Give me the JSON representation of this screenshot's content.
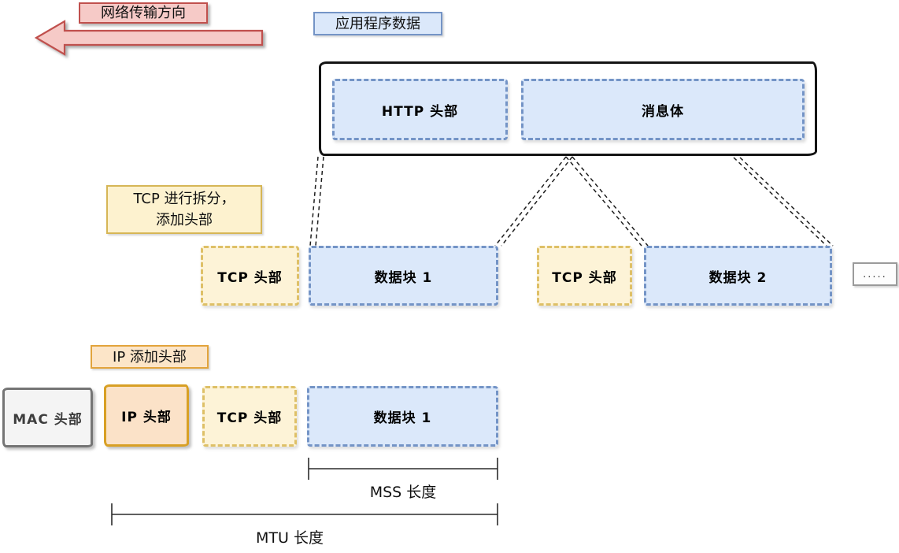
{
  "colors": {
    "pink_fill": "#f6cac7",
    "pink_border": "#c0504d",
    "blue_fill": "#dbe8fa",
    "blue_border": "#7494c6",
    "yellow_fill": "#fdf3d7",
    "yellow_border": "#dec067",
    "note_yellow_fill": "#fdf2cf",
    "note_yellow_border": "#d6b656",
    "orange_fill": "#fbe2c8",
    "orange_border": "#d8a025",
    "ip_note_fill": "#fce5c8",
    "ip_note_border": "#e2a43c",
    "gray_fill": "#f4f4f4",
    "gray_border": "#757575"
  },
  "header": {
    "direction_label": "网络传输方向",
    "app_data_label": "应用程序数据"
  },
  "application_layer": {
    "http_header": "HTTP 头部",
    "message_body": "消息体"
  },
  "tcp_layer": {
    "note_line1": "TCP 进行拆分，",
    "note_line2": "添加头部",
    "segments": [
      {
        "header": "TCP 头部",
        "data": "数据块 1"
      },
      {
        "header": "TCP 头部",
        "data": "数据块 2"
      }
    ],
    "ellipsis": "....."
  },
  "ip_layer": {
    "note": "IP 添加头部",
    "frame": {
      "mac_header": "MAC 头部",
      "ip_header": "IP 头部",
      "tcp_header": "TCP 头部",
      "data_block": "数据块 1"
    }
  },
  "measurements": {
    "mss_label": "MSS 长度",
    "mtu_label": "MTU 长度"
  }
}
